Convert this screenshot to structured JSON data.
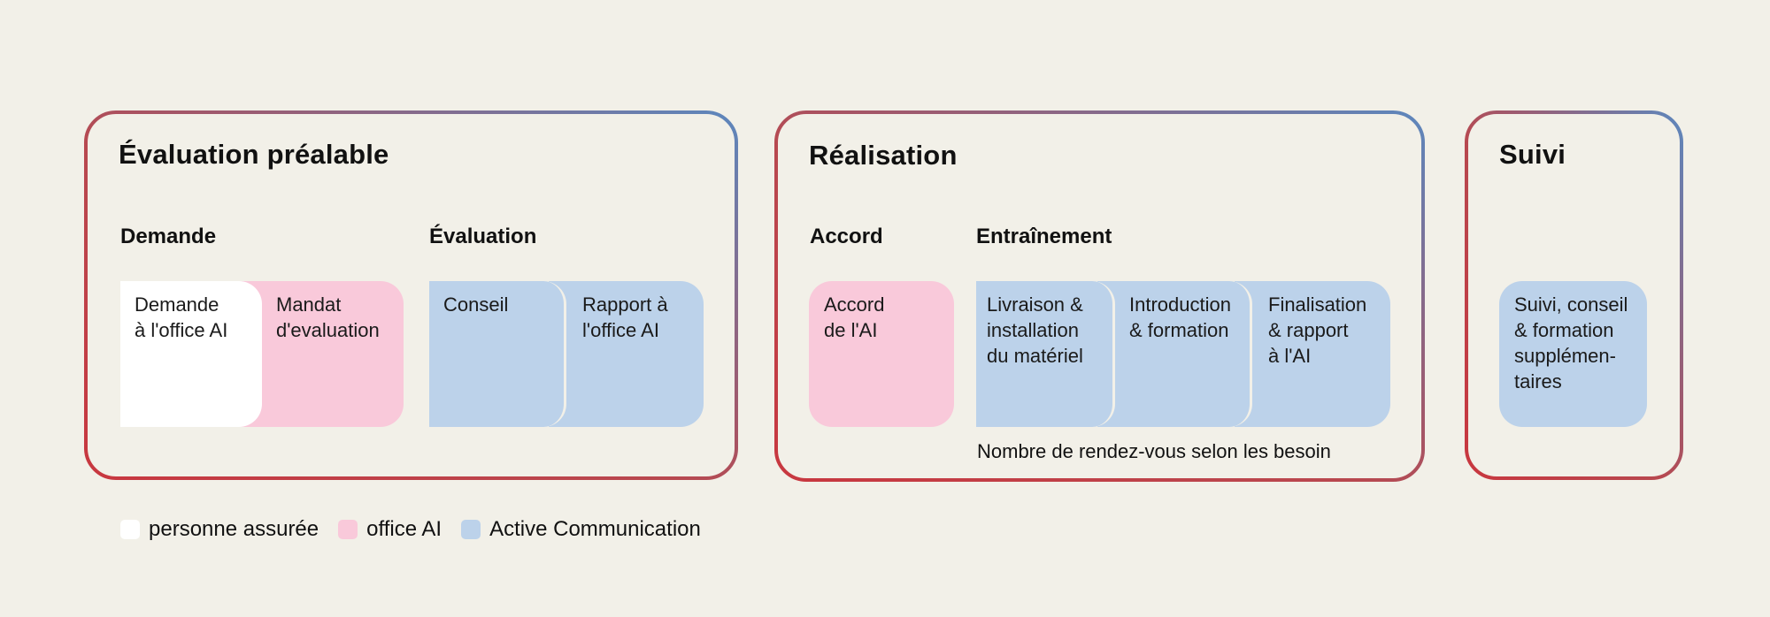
{
  "phases": {
    "prealable": {
      "title": "Évaluation préalable",
      "groups": {
        "demande": {
          "title": "Demande",
          "cards": [
            "Demande\nà l'office AI",
            "Mandat\nd'evaluation"
          ]
        },
        "evaluation": {
          "title": "Évaluation",
          "cards": [
            "Conseil",
            "Rapport à\nl'office AI"
          ]
        }
      }
    },
    "realisation": {
      "title": "Réalisation",
      "groups": {
        "accord": {
          "title": "Accord",
          "cards": [
            "Accord\nde l'AI"
          ]
        },
        "entrainement": {
          "title": "Entraînement",
          "cards": [
            "Livraison &\ninstallation\ndu matériel",
            "Introduction\n& formation",
            "Finalisation\n& rapport\nà l'AI"
          ],
          "note": "Nombre de rendez-vous selon les besoin"
        }
      }
    },
    "suivi": {
      "title": "Suivi",
      "cards": [
        "Suivi, conseil\n& formation\nsupplémen-\ntaires"
      ]
    }
  },
  "legend": [
    {
      "label": "personne assurée",
      "color": "#ffffff"
    },
    {
      "label": "office AI",
      "color": "#f9c9da"
    },
    {
      "label": "Active Communication",
      "color": "#bcd2ea"
    }
  ],
  "colors": {
    "frame_red": "#c8373f",
    "frame_blue": "#5d87bd",
    "background": "#f2f0e8"
  }
}
